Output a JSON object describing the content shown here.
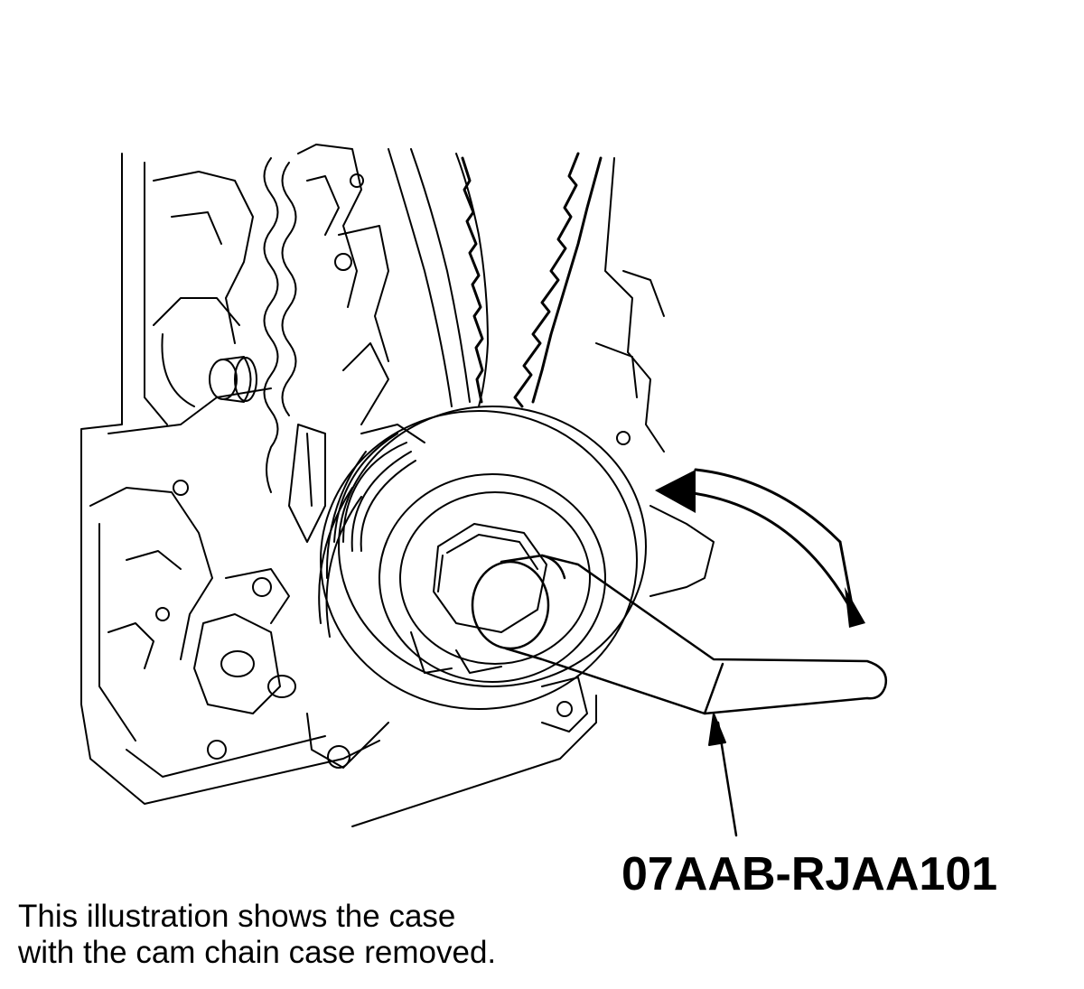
{
  "tool_label": "07AAB-RJAA101",
  "caption": {
    "line1": "This illustration shows the case",
    "line2": "with the cam chain case removed."
  },
  "colors": {
    "line": "#000000",
    "background": "#ffffff"
  }
}
